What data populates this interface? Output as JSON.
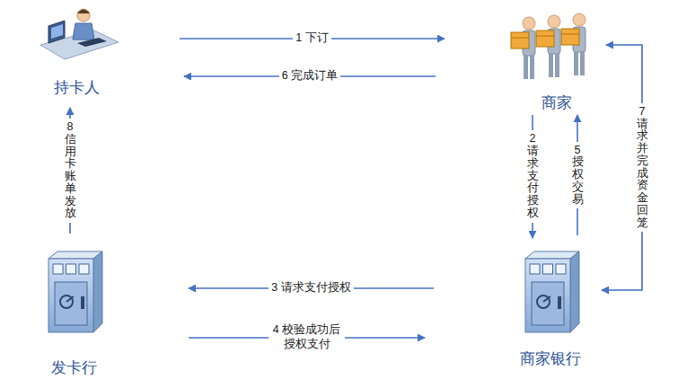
{
  "diagram": {
    "nodes": [
      {
        "text": [
          "持卡人"
        ]
      },
      {
        "text": [
          "商家"
        ]
      },
      {
        "text": [
          "发卡行"
        ]
      },
      {
        "text": [
          "商家银行"
        ]
      }
    ],
    "edges": [
      {
        "from": 0,
        "to": 1,
        "arrow": "to",
        "label": "1 下订"
      },
      {
        "from": 1,
        "to": 3,
        "arrow": "to",
        "label": "2 请求 支付授权"
      },
      {
        "from": 3,
        "to": 2,
        "arrow": "to",
        "label": "3 请求支付授权"
      },
      {
        "from": 2,
        "to": 3,
        "arrow": "to",
        "label": "4 校验成功后 授权支付"
      },
      {
        "from": 3,
        "to": 1,
        "arrow": "to",
        "label": "5 授权交易"
      },
      {
        "from": 1,
        "to": 0,
        "arrow": "to",
        "label": "6 完成订单"
      },
      {
        "from": 1,
        "to": 3,
        "arrow": "both",
        "label": "7 请求并完成 资金回笼"
      },
      {
        "from": 2,
        "to": 0,
        "arrow": "to",
        "label": "8 信用卡账单 发放"
      }
    ]
  }
}
